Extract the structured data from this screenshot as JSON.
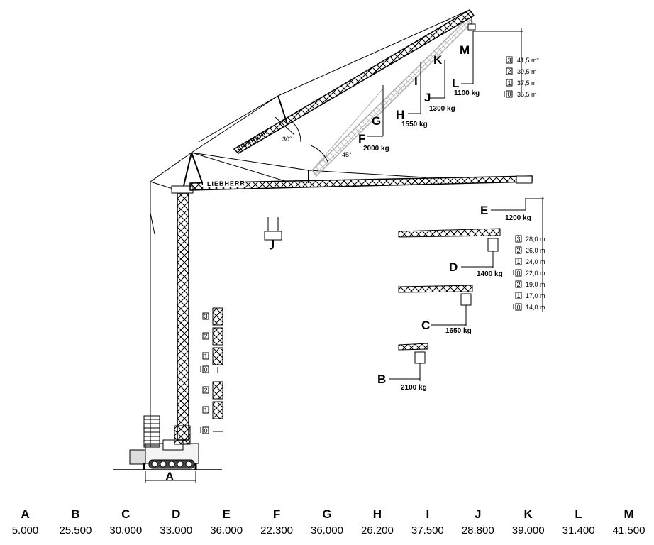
{
  "diagram": {
    "brand": "LIEBHERR",
    "angle_30": "30°",
    "angle_45": "45°",
    "base_label": "A",
    "main_labels": [
      {
        "letter": "B",
        "load": "2100 kg"
      },
      {
        "letter": "C",
        "load": "1650 kg"
      },
      {
        "letter": "D",
        "load": "1400 kg"
      },
      {
        "letter": "E",
        "load": "1200 kg"
      },
      {
        "letter": "F",
        "load": "2000 kg"
      },
      {
        "letter": "G",
        "load": ""
      },
      {
        "letter": "H",
        "load": "1550 kg"
      },
      {
        "letter": "I",
        "load": ""
      },
      {
        "letter": "J",
        "load": "1300 kg"
      },
      {
        "letter": "K",
        "load": ""
      },
      {
        "letter": "L",
        "load": "1100 kg"
      },
      {
        "letter": "M",
        "load": ""
      }
    ],
    "luffing_heights": [
      {
        "code": "3",
        "value": "41,5 m*"
      },
      {
        "code": "2",
        "value": "39,5 m"
      },
      {
        "code": "1",
        "value": "37,5 m"
      },
      {
        "code": "0",
        "value": "35,5 m"
      }
    ],
    "horizontal_heights": [
      {
        "code": "3",
        "value": "28,0 m"
      },
      {
        "code": "2",
        "value": "26,0 m"
      },
      {
        "code": "1",
        "value": "24,0 m"
      },
      {
        "code": "0",
        "value": "22,0 m"
      },
      {
        "code": "2",
        "value": "19,0 m"
      },
      {
        "code": "1",
        "value": "17,0 m"
      },
      {
        "code": "0",
        "value": "14,0 m"
      }
    ],
    "section_codes": [
      "3",
      "2",
      "1",
      "0",
      "2",
      "1",
      "0"
    ]
  },
  "table": {
    "columns": [
      {
        "letter": "A",
        "value": "5.000"
      },
      {
        "letter": "B",
        "value": "25.500"
      },
      {
        "letter": "C",
        "value": "30.000"
      },
      {
        "letter": "D",
        "value": "33.000"
      },
      {
        "letter": "E",
        "value": "36.000"
      },
      {
        "letter": "F",
        "value": "22.300"
      },
      {
        "letter": "G",
        "value": "36.000"
      },
      {
        "letter": "H",
        "value": "26.200"
      },
      {
        "letter": "I",
        "value": "37.500"
      },
      {
        "letter": "J",
        "value": "28.800"
      },
      {
        "letter": "K",
        "value": "39.000"
      },
      {
        "letter": "L",
        "value": "31.400"
      },
      {
        "letter": "M",
        "value": "41.500"
      }
    ]
  }
}
